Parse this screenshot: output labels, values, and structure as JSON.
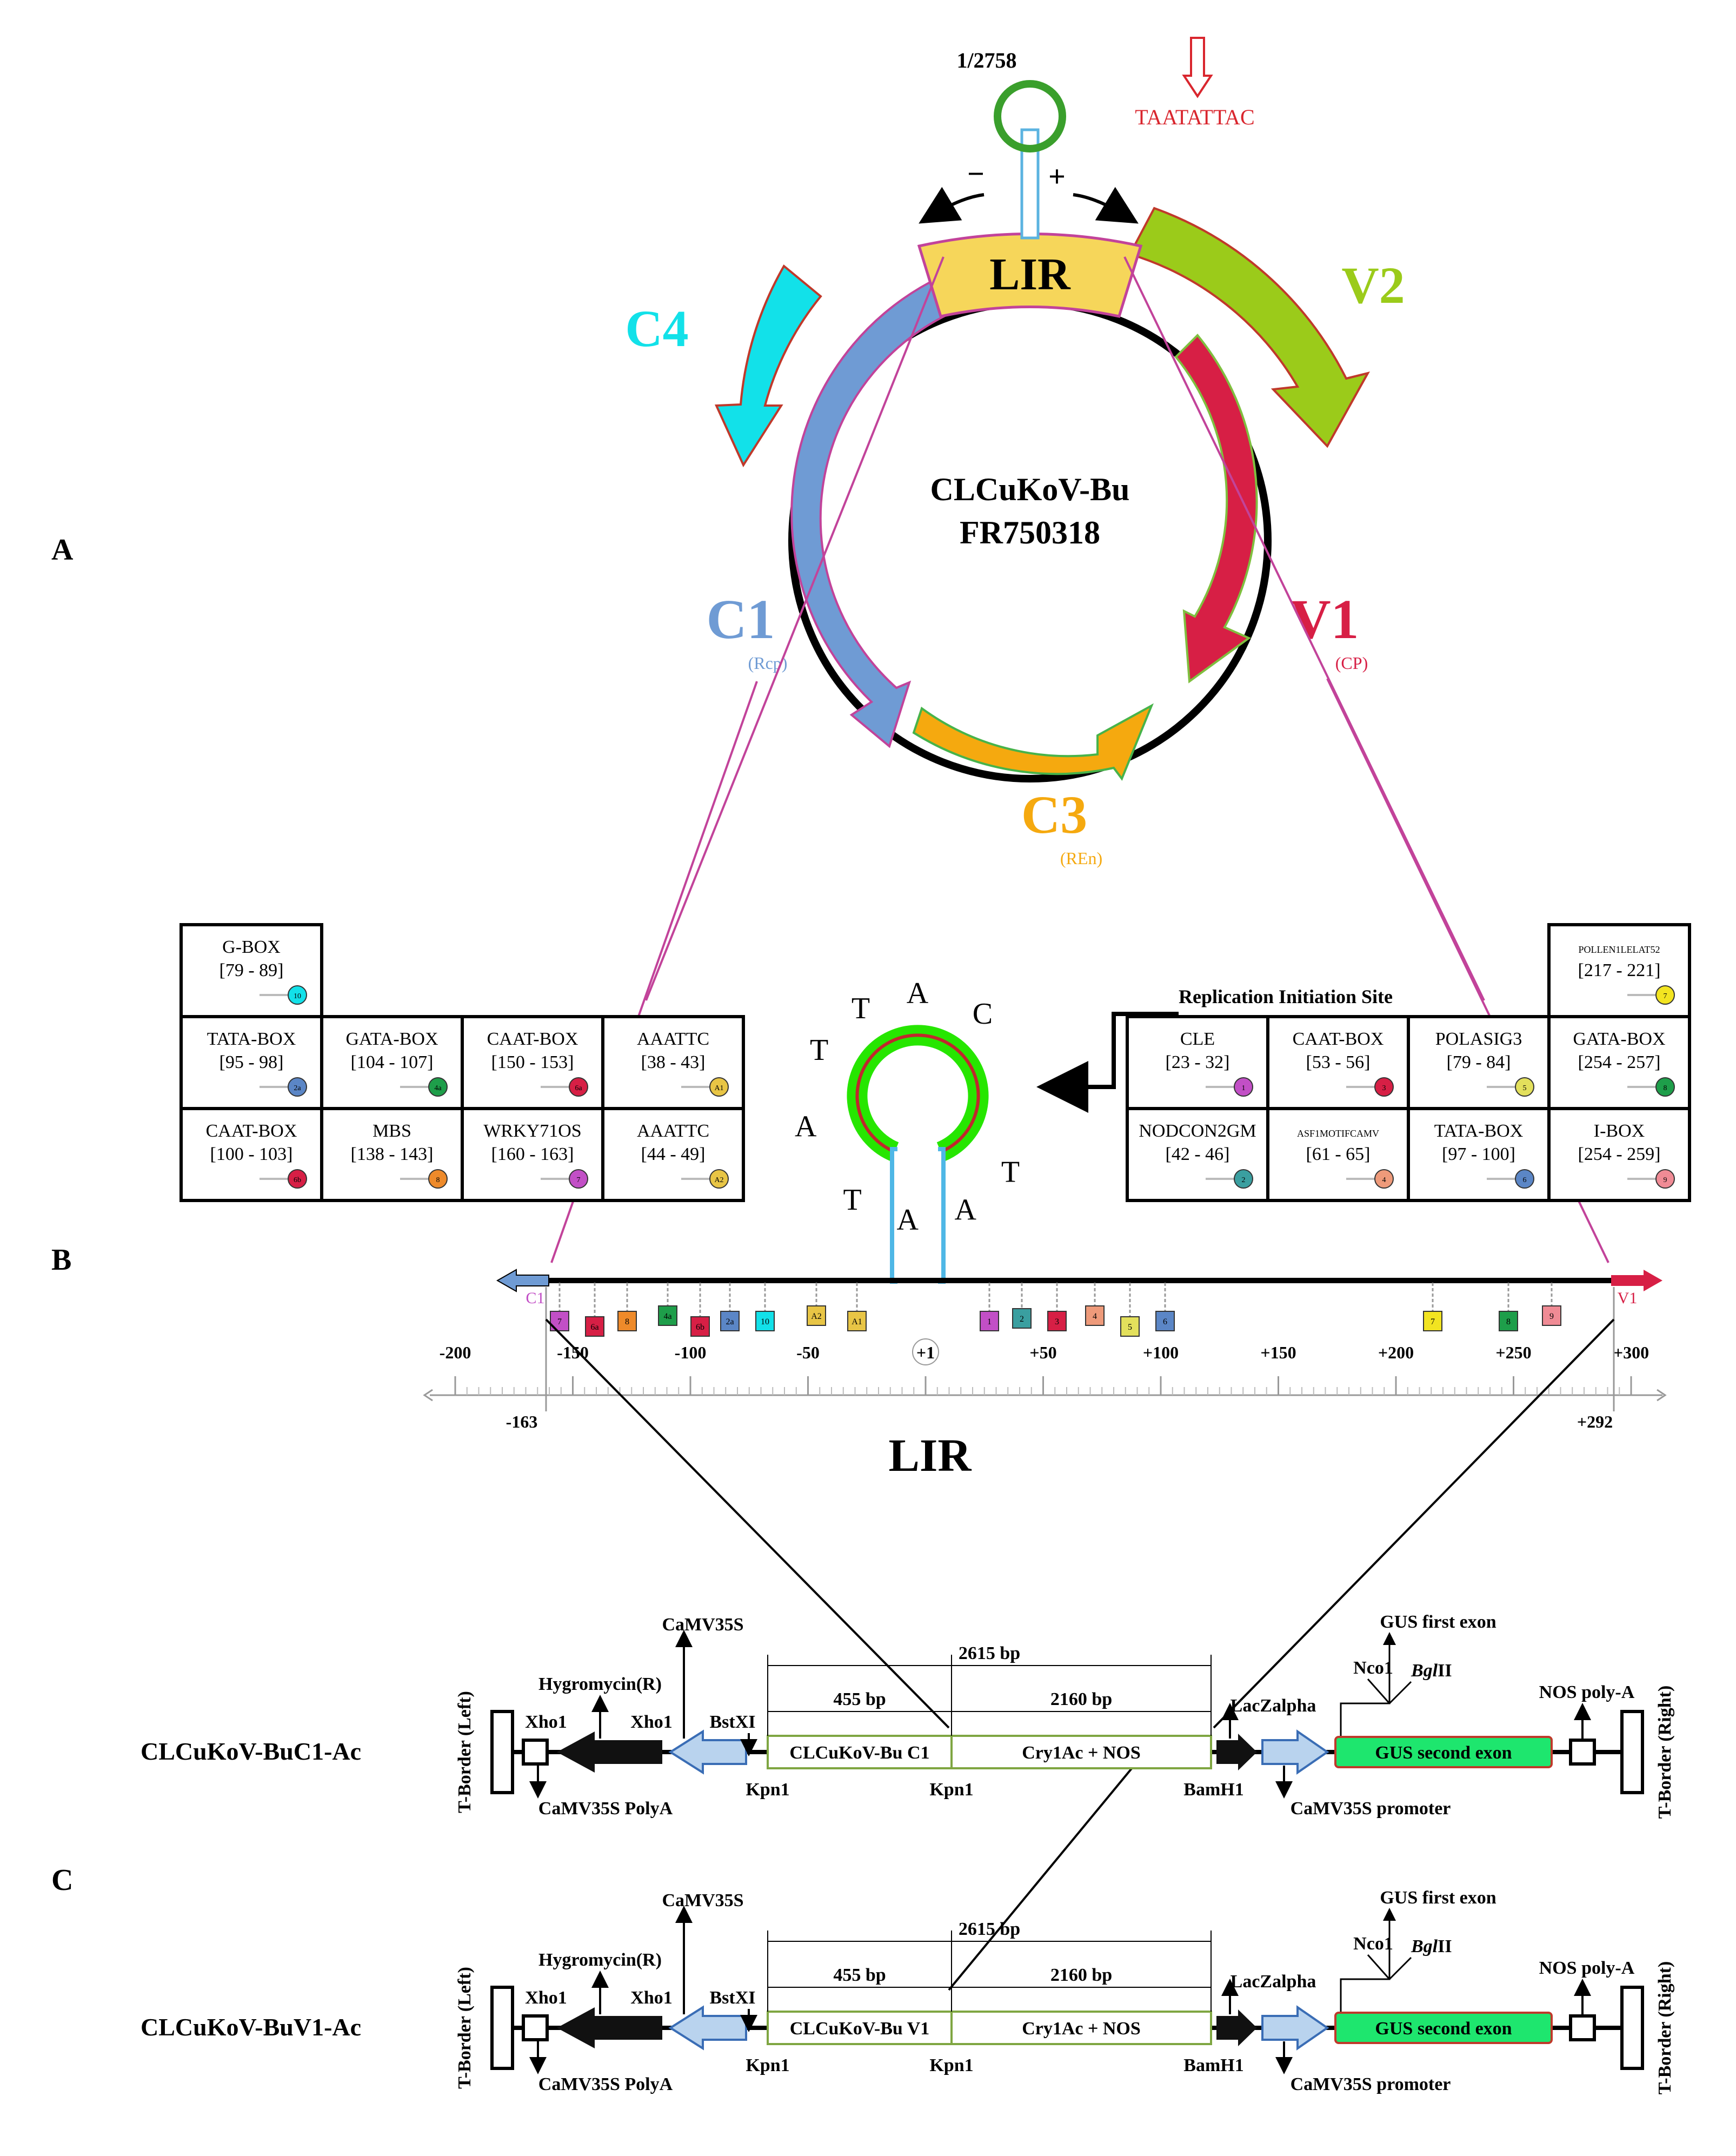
{
  "panels": {
    "a": "A",
    "b": "B",
    "c": "C"
  },
  "genome": {
    "name": "CLCuKoV-Bu",
    "accession": "FR750318",
    "position": "1/2758",
    "nonanucleotide": "TAATATTAC",
    "minus": "−",
    "plus": "+",
    "lir": "LIR",
    "genes": {
      "c4": {
        "name": "C4"
      },
      "v2": {
        "name": "V2"
      },
      "c1": {
        "name": "C1",
        "product": "(Rcp)"
      },
      "v1": {
        "name": "V1",
        "product": "(CP)"
      },
      "c3": {
        "name": "C3",
        "product": "(REn)"
      }
    },
    "colors": {
      "lir": "#F6D65A",
      "c1": "#6F9BD4",
      "v1": "#D71F45",
      "v2": "#9BCB1A",
      "c4": "#12E1E9",
      "c3": "#F5A90F",
      "loop": "#3A9F2C"
    }
  },
  "loop_letters": [
    "T",
    "A",
    "A",
    "T",
    "A",
    "T",
    "T",
    "A",
    "C"
  ],
  "replication_site": "Replication Initiation Site",
  "left_boxes": [
    {
      "name": "G-BOX",
      "range": "[79 - 89]",
      "id": "10",
      "color": "#12E1E9"
    },
    {
      "name": "TATA-BOX",
      "range": "[95 - 98]",
      "id": "2a",
      "color": "#5B86C6"
    },
    {
      "name": "GATA-BOX",
      "range": "[104 - 107]",
      "id": "4a",
      "color": "#1E9E4A"
    },
    {
      "name": "CAAT-BOX",
      "range": "[150 - 153]",
      "id": "6a",
      "color": "#D71F45"
    },
    {
      "name": "AAATTC",
      "range": "[38 - 43]",
      "id": "A1",
      "color": "#E8C545"
    },
    {
      "name": "CAAT-BOX",
      "range": "[100 - 103]",
      "id": "6b",
      "color": "#D71F45"
    },
    {
      "name": "MBS",
      "range": "[138 - 143]",
      "id": "8",
      "color": "#EE8A2A"
    },
    {
      "name": "WRKY71OS",
      "range": "[160 - 163]",
      "id": "7",
      "color": "#C24FC6"
    },
    {
      "name": "AAATTC",
      "range": "[44 - 49]",
      "id": "A2",
      "color": "#E8C545"
    }
  ],
  "right_boxes": [
    {
      "name": "POLLEN1LELAT52",
      "range": "[217 - 221]",
      "id": "7",
      "color": "#F2E421"
    },
    {
      "name": "CLE",
      "range": "[23 - 32]",
      "id": "1",
      "color": "#C24FC6"
    },
    {
      "name": "CAAT-BOX",
      "range": "[53 - 56]",
      "id": "3",
      "color": "#D71F45"
    },
    {
      "name": "POLASIG3",
      "range": "[79 - 84]",
      "id": "5",
      "color": "#E3E05C"
    },
    {
      "name": "GATA-BOX",
      "range": "[254 - 257]",
      "id": "8",
      "color": "#1E9E4A"
    },
    {
      "name": "NODCON2GM",
      "range": "[42 - 46]",
      "id": "2",
      "color": "#3A9FA0"
    },
    {
      "name": "ASF1MOTIFCAMV",
      "range": "[61 - 65]",
      "id": "4",
      "color": "#EE9A7A"
    },
    {
      "name": "TATA-BOX",
      "range": "[97 - 100]",
      "id": "6",
      "color": "#5B86C6"
    },
    {
      "name": "I-BOX",
      "range": "[254 - 259]",
      "id": "9",
      "color": "#F08B95"
    }
  ],
  "lir_axis": {
    "label": "LIR",
    "ticks": [
      "-200",
      "-150",
      "-100",
      "-50",
      "+1",
      "+50",
      "+100",
      "+150",
      "+200",
      "+250",
      "+300"
    ],
    "left_end": "-163",
    "right_end": "+292",
    "c1": "C1",
    "v1": "V1"
  },
  "lir_left_markers": [
    {
      "id": "7",
      "color": "#C24FC6"
    },
    {
      "id": "6a",
      "color": "#D71F45"
    },
    {
      "id": "8",
      "color": "#EE8A2A"
    },
    {
      "id": "4a",
      "color": "#1E9E4A"
    },
    {
      "id": "6b",
      "color": "#D71F45"
    },
    {
      "id": "2a",
      "color": "#5B86C6"
    },
    {
      "id": "10",
      "color": "#12E1E9"
    },
    {
      "id": "A2",
      "color": "#E8C545"
    },
    {
      "id": "A1",
      "color": "#E8C545"
    }
  ],
  "lir_right_markers": [
    {
      "id": "1",
      "color": "#C24FC6"
    },
    {
      "id": "2",
      "color": "#3A9FA0"
    },
    {
      "id": "3",
      "color": "#D71F45"
    },
    {
      "id": "4",
      "color": "#EE9A7A"
    },
    {
      "id": "5",
      "color": "#E3E05C"
    },
    {
      "id": "6",
      "color": "#5B86C6"
    },
    {
      "id": "7",
      "color": "#F2E421"
    },
    {
      "id": "8",
      "color": "#1E9E4A"
    },
    {
      "id": "9",
      "color": "#F08B95"
    }
  ],
  "constructs": [
    {
      "name": "CLCuKoV-BuC1-Ac",
      "insert": "CLCuKoV-Bu C1"
    },
    {
      "name": "CLCuKoV-BuV1-Ac",
      "insert": "CLCuKoV-Bu V1"
    }
  ],
  "construct_labels": {
    "t_left": "T-Border (Left)",
    "t_right": "T-Border (Right)",
    "xho1": "Xho1",
    "hygromycin": "Hygromycin(R)",
    "camv35s": "CaMV35S",
    "bstxi": "BstXI",
    "total_bp": "2615 bp",
    "insert_bp": "455 bp",
    "cry_bp": "2160 bp",
    "cry": "Cry1Ac + NOS",
    "kpn1": "Kpn1",
    "bamh1": "BamH1",
    "lacz": "LacZalpha",
    "nco1": "Nco1",
    "bgl_italic": "Bgl",
    "bgl_roman": "II",
    "gus_first": "GUS first exon",
    "gus_second": "GUS second exon",
    "nos_polya": "NOS poly-A",
    "camv_polya": "CaMV35S PolyA",
    "camv_promoter": "CaMV35S promoter"
  }
}
